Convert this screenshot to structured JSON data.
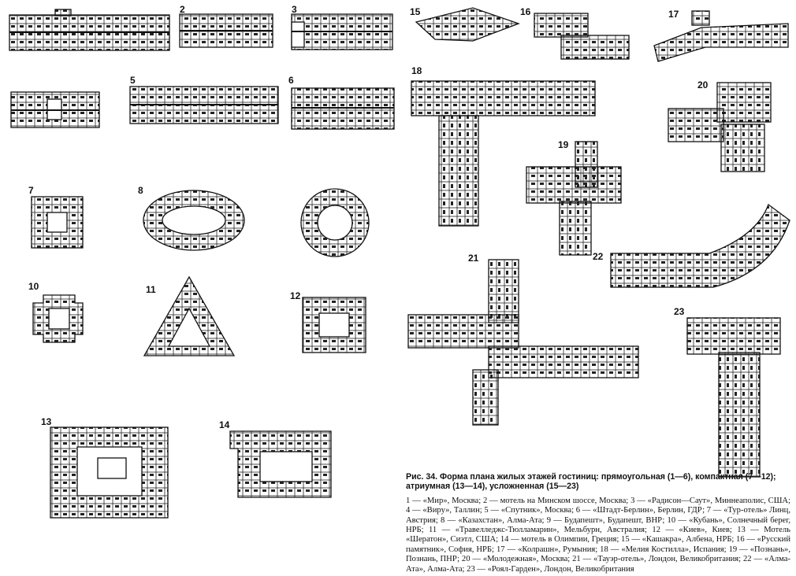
{
  "labels": [
    "2",
    "3",
    "15",
    "16",
    "17",
    "5",
    "6",
    "18",
    "20",
    "7",
    "8",
    "19",
    "10",
    "11",
    "12",
    "21",
    "22",
    "23",
    "13",
    "14"
  ],
  "caption": {
    "title": "Рис. 34. Форма плана жилых этажей гостиниц: прямоугольная (1—6), компактная (7—12); атриумная (13—14), усложненная (15—23)",
    "body": "1 — «Мир», Москва; 2 — мотель на Минском шоссе, Москва; 3 — «Радисон—Саут», Миннеаполис, США; 4 — «Виру», Таллин; 5 — «Спутник», Москва; 6 — «Штадт-Берлин», Берлин, ГДР; 7 — «Тур-отель» Линц, Австрия; 8 — «Казахстан», Алма-Ата; 9 — Будапешт», Будапешт, ВНР; 10 — «Кубань», Солнечный берег, НРБ; 11 — «Травелледжс-Тюлламарин», Мельбурн, Австралия; 12 — «Киев», Киев; 13 — Мотель «Шератон», Сиэтл, США; 14 — мотель в Олимпии, Греция; 15 — «Кашакра», Албена, НРБ; 16 — «Русский памятник», София, НРБ; 17 — «Колрашн», Румыния; 18 — «Мелия Костилла», Испания; 19 — «Познань», Познань, ПНР; 20 — «Молодежная», Москва; 21 — «Тауэр-отель», Лондон, Великобритания; 22 — «Алма-Ата», Алма-Ата; 23 — «Роял-Гарден», Лондон, Великобритания"
  }
}
